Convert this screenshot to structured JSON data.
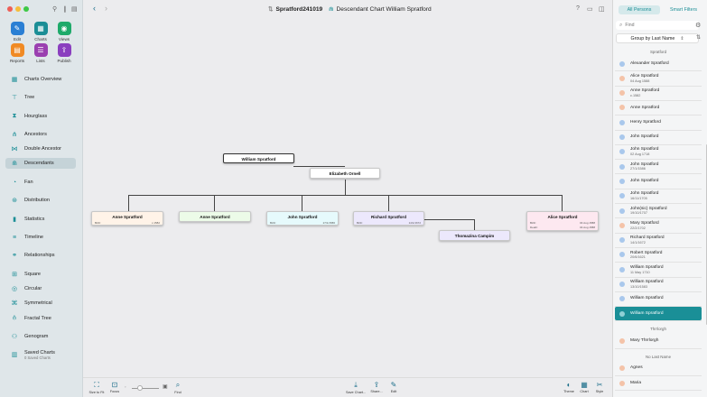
{
  "toolbar_tools": [
    {
      "label": "Edit",
      "icon": "✎",
      "color": "#2a7fd4"
    },
    {
      "label": "Charts",
      "icon": "▦",
      "color": "#1b8e96"
    },
    {
      "label": "Views",
      "icon": "◉",
      "color": "#1eaa6a"
    },
    {
      "label": "Reports",
      "icon": "▤",
      "color": "#f08a24"
    },
    {
      "label": "Lists",
      "icon": "☰",
      "color": "#9a3fb0"
    },
    {
      "label": "Publish",
      "icon": "⇪",
      "color": "#8a3fbf"
    }
  ],
  "nav_items": [
    {
      "label": "Charts Overview",
      "icon": "▦"
    },
    {
      "label": "Tree",
      "icon": "⊤"
    },
    {
      "label": "Hourglass",
      "icon": "⧗"
    },
    {
      "label": "Ancestors",
      "icon": "⋔"
    },
    {
      "label": "Double Ancestor",
      "icon": "⋈"
    },
    {
      "label": "Descendants",
      "icon": "⋒"
    },
    {
      "label": "Fan",
      "icon": "◔"
    },
    {
      "label": "Distribution",
      "icon": "⊛"
    },
    {
      "label": "Statistics",
      "icon": "▮"
    },
    {
      "label": "Timeline",
      "icon": "≡"
    },
    {
      "label": "Relationships",
      "icon": "⚭"
    },
    {
      "label": "Square",
      "icon": "⊞"
    },
    {
      "label": "Circular",
      "icon": "◎"
    },
    {
      "label": "Symmetrical",
      "icon": "⌘"
    },
    {
      "label": "Fractal Tree",
      "icon": "⫛"
    },
    {
      "label": "Genogram",
      "icon": "⚇"
    },
    {
      "label": "Saved Charts",
      "icon": "▥",
      "sub": "0 Saved Charts"
    }
  ],
  "header": {
    "file_name": "Spratford241019",
    "chart_title": "Descendant Chart William Spratford"
  },
  "chart": {
    "root": {
      "name": "William Spratford"
    },
    "spouse": {
      "name": "Elizabeth Ornell"
    },
    "children": [
      {
        "name": "Anne Spratford",
        "birth_label": "Birth:",
        "birth_value": "c.1582"
      },
      {
        "name": "Anne Spratford"
      },
      {
        "name": "John Spratford",
        "birth_label": "Birth:",
        "birth_value": "27/1/1586"
      },
      {
        "name": "Richard Spratford",
        "birth_label": "Birth:",
        "birth_value": "14/1/1672"
      },
      {
        "name": "Alice Spratford",
        "birth_label": "Birth:",
        "birth_value": "04 Aug 1588",
        "death_label": "Death:",
        "death_value": "04 Aug 1588"
      }
    ],
    "grandspouse": {
      "name": "Thomazina Campim"
    }
  },
  "bottom_bar": {
    "size_to_fit": "Size to Fit",
    "focus": "Focus",
    "find": "Find",
    "save_chart": "Save Chart...",
    "share": "Share...",
    "edit": "Edit",
    "theme": "Theme",
    "chart": "Chart",
    "style": "Style"
  },
  "right_panel": {
    "tab_all": "All Persons",
    "tab_filters": "Smart Filters",
    "search_placeholder": "Find",
    "group_by": "Group by Last Name",
    "groups": [
      {
        "name": "Spratford",
        "persons": [
          {
            "name": "Alexander Spratford",
            "gender": "m"
          },
          {
            "name": "Alice Spratford",
            "date": "04 Aug 1588",
            "gender": "f"
          },
          {
            "name": "Anne Spratford",
            "date": "c.1582",
            "gender": "f"
          },
          {
            "name": "Anne Spratford",
            "gender": "f"
          },
          {
            "name": "Henry Spratford",
            "gender": "m"
          },
          {
            "name": "John Spratford",
            "gender": "m"
          },
          {
            "name": "John Spratford",
            "date": "02 Aug 1718",
            "gender": "m"
          },
          {
            "name": "John Spratford",
            "date": "27/1/1586",
            "gender": "m"
          },
          {
            "name": "John Spratford",
            "gender": "m"
          },
          {
            "name": "John Spratford",
            "date": "16/11/1705",
            "gender": "m"
          },
          {
            "name": "John(sic) Spratford",
            "date": "19/10/1707",
            "gender": "m"
          },
          {
            "name": "Mary Spratford",
            "date": "22/2/1702",
            "gender": "f"
          },
          {
            "name": "Richard Spratford",
            "date": "14/1/1672",
            "gender": "m"
          },
          {
            "name": "Robert Spratford",
            "date": "20/6/1621",
            "gender": "m"
          },
          {
            "name": "William Spratford",
            "date": "11 May 1710",
            "gender": "m"
          },
          {
            "name": "William Spratford",
            "date": "13/10/1583",
            "gender": "m"
          },
          {
            "name": "William Spratford",
            "gender": "m"
          },
          {
            "name": "William Spratford",
            "gender": "m",
            "selected": true
          }
        ]
      },
      {
        "name": "Thrrlorgh",
        "persons": [
          {
            "name": "Mary Thrrlorgh",
            "gender": "f"
          }
        ]
      },
      {
        "name": "No Last Name",
        "persons": [
          {
            "name": "Agnes",
            "gender": "f"
          },
          {
            "name": "Maria",
            "gender": "f"
          }
        ]
      }
    ]
  },
  "colors": {
    "accent": "#1a8f97",
    "male": "#a9c8ec",
    "female": "#f4c3a8"
  }
}
